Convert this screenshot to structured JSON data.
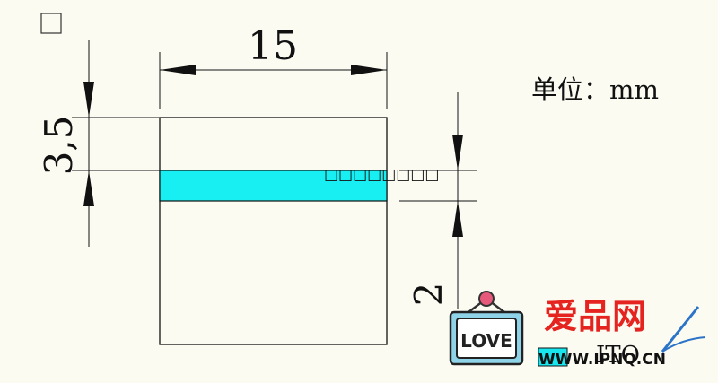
{
  "dimensions": {
    "width": "15",
    "height": "3,5",
    "strip": "2"
  },
  "unit_label": "单位：mm",
  "overlay_text": "□□□□□□□□",
  "legend": {
    "label": "ITO",
    "swatch_color": "#18e6ef"
  },
  "watermark": {
    "logo_text": "LOVE",
    "site_name": "爱品网",
    "url": "WWW.IPNQ.CN",
    "accent_color": "#e52420"
  },
  "colors": {
    "strip_fill": "#18eff2",
    "line": "#111111"
  }
}
